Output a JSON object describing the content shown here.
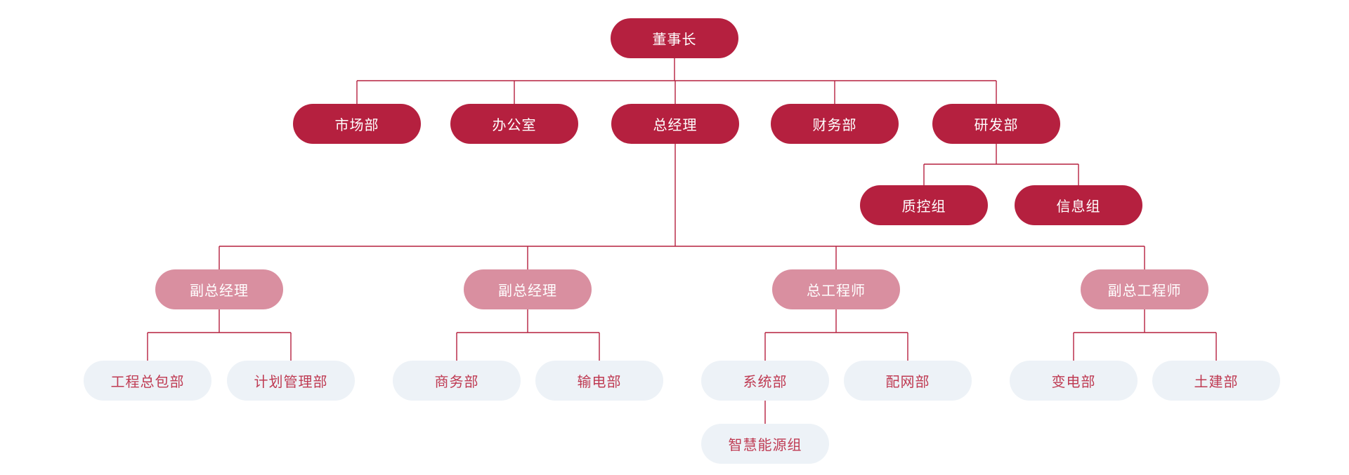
{
  "diagram_type": "org-chart",
  "colors": {
    "primary_fill": "#B5203F",
    "secondary_fill": "#D98FA0",
    "light_fill": "#EDF2F7",
    "light_text": "#BF3B53",
    "line": "#B5203F",
    "background": "#FFFFFF",
    "node_text_on_dark": "#FFFFFF"
  },
  "tree": {
    "id": "chairman",
    "label": "董事长",
    "variant": "primary",
    "children": [
      {
        "id": "marketing",
        "label": "市场部",
        "variant": "primary"
      },
      {
        "id": "office",
        "label": "办公室",
        "variant": "primary"
      },
      {
        "id": "general-manager",
        "label": "总经理",
        "variant": "primary",
        "children": [
          {
            "id": "deputy-gm-1",
            "label": "副总经理",
            "variant": "secondary",
            "children": [
              {
                "id": "epc",
                "label": "工程总包部",
                "variant": "light"
              },
              {
                "id": "planning",
                "label": "计划管理部",
                "variant": "light"
              }
            ]
          },
          {
            "id": "deputy-gm-2",
            "label": "副总经理",
            "variant": "secondary",
            "children": [
              {
                "id": "commerce",
                "label": "商务部",
                "variant": "light"
              },
              {
                "id": "transmission",
                "label": "输电部",
                "variant": "light"
              }
            ]
          },
          {
            "id": "chief-engineer",
            "label": "总工程师",
            "variant": "secondary",
            "children": [
              {
                "id": "system",
                "label": "系统部",
                "variant": "light",
                "children": [
                  {
                    "id": "smart-energy",
                    "label": "智慧能源组",
                    "variant": "light"
                  }
                ]
              },
              {
                "id": "distribution",
                "label": "配网部",
                "variant": "light"
              }
            ]
          },
          {
            "id": "deputy-chief-engineer",
            "label": "副总工程师",
            "variant": "secondary",
            "children": [
              {
                "id": "substation",
                "label": "变电部",
                "variant": "light"
              },
              {
                "id": "civil",
                "label": "土建部",
                "variant": "light"
              }
            ]
          }
        ]
      },
      {
        "id": "finance",
        "label": "财务部",
        "variant": "primary"
      },
      {
        "id": "rnd",
        "label": "研发部",
        "variant": "primary",
        "children": [
          {
            "id": "qc-group",
            "label": "质控组",
            "variant": "primary"
          },
          {
            "id": "info-group",
            "label": "信息组",
            "variant": "primary"
          }
        ]
      }
    ]
  }
}
